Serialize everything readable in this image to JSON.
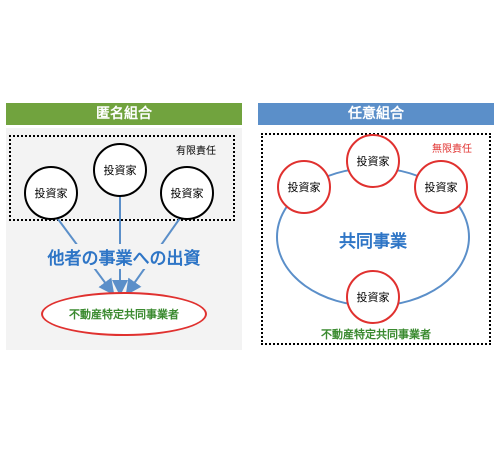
{
  "left_panel": {
    "header": "匿名組合",
    "liability": "有限責任",
    "investors": [
      "投資家",
      "投資家",
      "投資家"
    ],
    "flow_label": "他者の事業への出資",
    "operator": "不動産特定共同事業者"
  },
  "right_panel": {
    "header": "任意組合",
    "liability": "無限責任",
    "investors": [
      "投資家",
      "投資家",
      "投資家",
      "投資家"
    ],
    "center_label": "共同事業",
    "operator": "不動産特定共同事業者"
  },
  "colors": {
    "left_header": "#71a33e",
    "right_header": "#5b8fc9",
    "blue_text": "#2e75c6",
    "red": "#e0312f",
    "green_text": "#3a8a2f",
    "arrow": "#5b8fc9"
  }
}
